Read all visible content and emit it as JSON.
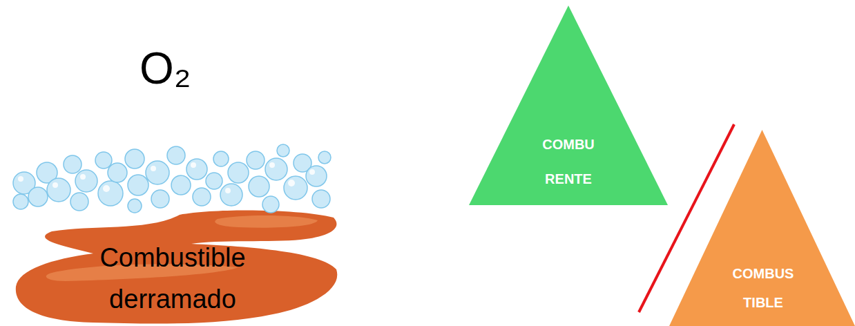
{
  "diagram": {
    "nodes": [
      {
        "text": [
          "Combustible derramado"
        ]
      },
      {
        "text": [
          "COMBU RENTE"
        ]
      },
      {
        "text": [
          "COMBUS TIBLE"
        ]
      }
    ],
    "labels": [
      "O₂"
    ]
  }
}
